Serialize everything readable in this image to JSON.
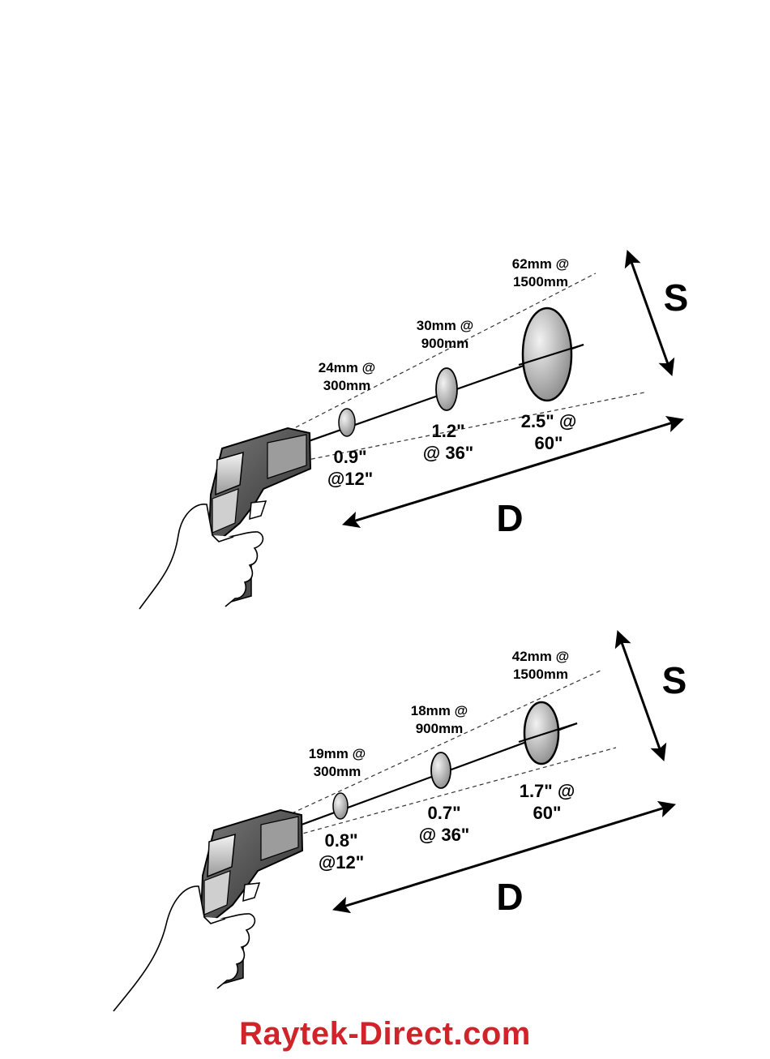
{
  "panels": [
    {
      "spots": [
        {
          "top_line1": "24mm @",
          "top_line2": "300mm",
          "bottom_line1": "0.9\"",
          "bottom_line2": "@12\""
        },
        {
          "top_line1": "30mm @",
          "top_line2": "900mm",
          "bottom_line1": "1.2\"",
          "bottom_line2": "@ 36\""
        },
        {
          "top_line1": "62mm @",
          "top_line2": "1500mm",
          "bottom_line1": "2.5\" @",
          "bottom_line2": "60\""
        }
      ],
      "size_label": "S",
      "distance_label": "D"
    },
    {
      "spots": [
        {
          "top_line1": "19mm @",
          "top_line2": "300mm",
          "bottom_line1": "0.8\"",
          "bottom_line2": "@12\""
        },
        {
          "top_line1": "18mm @",
          "top_line2": "900mm",
          "bottom_line1": "0.7\"",
          "bottom_line2": "@ 36\""
        },
        {
          "top_line1": "42mm @",
          "top_line2": "1500mm",
          "bottom_line1": "1.7\" @",
          "bottom_line2": "60\""
        }
      ],
      "size_label": "S",
      "distance_label": "D"
    }
  ],
  "brand": "Raytek-Direct.com",
  "colors": {
    "brand": "#d0232a",
    "spot_fill": "#c8c8c8",
    "gun_body": "#555555"
  }
}
